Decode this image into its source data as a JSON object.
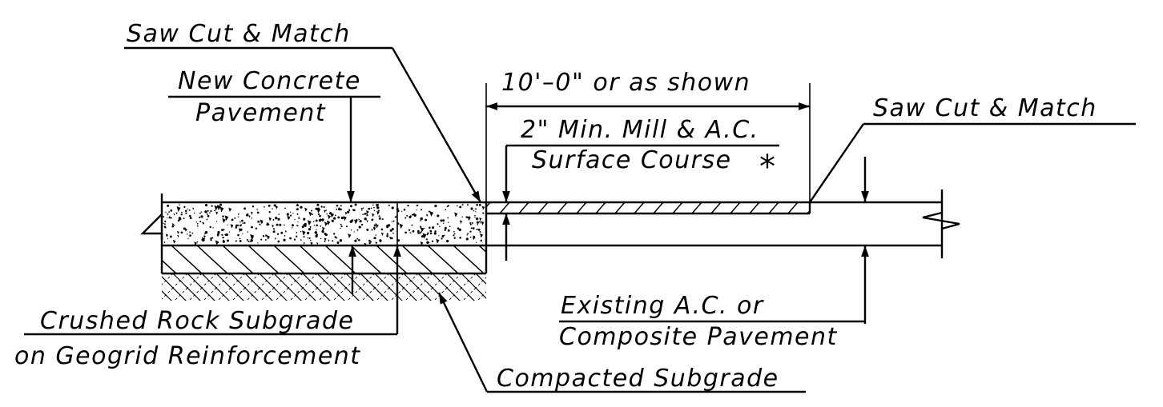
{
  "labels": {
    "saw_cut_left": "Saw Cut & Match",
    "new_concrete_1": "New Concrete",
    "new_concrete_2": "Pavement",
    "dimension": "10'–0\" or as shown",
    "mill_1": "2\" Min. Mill & A.C.",
    "mill_2": "Surface Course",
    "asterisk": "*",
    "saw_cut_right": "Saw Cut & Match",
    "existing_1": "Existing A.C. or",
    "existing_2": "Composite Pavement",
    "crushed_1": "Crushed Rock Subgrade",
    "crushed_2": "on Geogrid Reinforcement",
    "compacted": "Compacted Subgrade"
  }
}
